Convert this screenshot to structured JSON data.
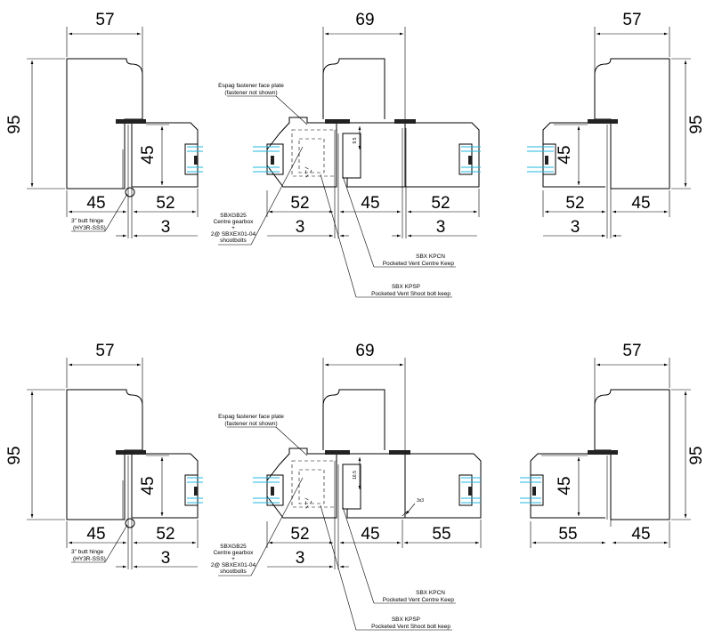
{
  "top_section": {
    "dims": {
      "left_width": "57",
      "left_height": "95",
      "left_bottom_a": "45",
      "left_bottom_b": "52",
      "left_gap": "3",
      "left_rebate": "45",
      "center_width": "69",
      "center_bottom_a": "52",
      "center_bottom_b": "45",
      "center_bottom_c": "52",
      "center_gap_a": "3",
      "center_gap_b": "3",
      "center_small": "9.5",
      "right_width": "57",
      "right_height": "95",
      "right_bottom_a": "52",
      "right_bottom_b": "45",
      "right_gap": "3",
      "right_rebate": "45"
    },
    "notes": {
      "hinge_1": "3\" butt hinge",
      "hinge_2": "(HY3R-SSS)",
      "espag_1": "Espag fastener face plate",
      "espag_2": "(fastener not shown)",
      "gearbox_1": "SBXGB25",
      "gearbox_2": "Centre gearbox",
      "gearbox_3": "+",
      "gearbox_4": "2@ SBXEX01-04",
      "gearbox_5": "shootbolts",
      "kpcn_1": "SBX KPCN",
      "kpcn_2": "Pocketed Vent Centre Keep",
      "kpsp_1": "SBX KPSP",
      "kpsp_2": "Pocketed Vent Shoot bolt keep"
    }
  },
  "bottom_section": {
    "dims": {
      "left_width": "57",
      "left_height": "95",
      "left_bottom_a": "45",
      "left_bottom_b": "52",
      "left_gap": "3",
      "left_rebate": "45",
      "center_width": "69",
      "center_bottom_a": "52",
      "center_bottom_b": "45",
      "center_bottom_c": "55",
      "center_gap_a": "3",
      "center_small": "16.5",
      "chamfer": "3x3",
      "right_width": "57",
      "right_height": "95",
      "right_bottom_a": "55",
      "right_bottom_b": "45",
      "right_rebate": "45"
    },
    "notes": {
      "hinge_1": "3\" butt hinge",
      "hinge_2": "(HY3R-SSS)",
      "espag_1": "Espag fastener face plate",
      "espag_2": "(fastener not shown)",
      "gearbox_1": "SBXGB25",
      "gearbox_2": "Centre gearbox",
      "gearbox_3": "+",
      "gearbox_4": "2@ SBXEX01-04",
      "gearbox_5": "shootbolts",
      "kpcn_1": "SBX KPCN",
      "kpcn_2": "Pocketed Vent Centre Keep",
      "kpsp_1": "SBX KPSP",
      "kpsp_2": "Pocketed Vent Shoot bolt keep"
    }
  },
  "colors": {
    "line": "#000000",
    "glass": "#1fb7e0",
    "gasket": "#222222",
    "background": "#ffffff"
  }
}
